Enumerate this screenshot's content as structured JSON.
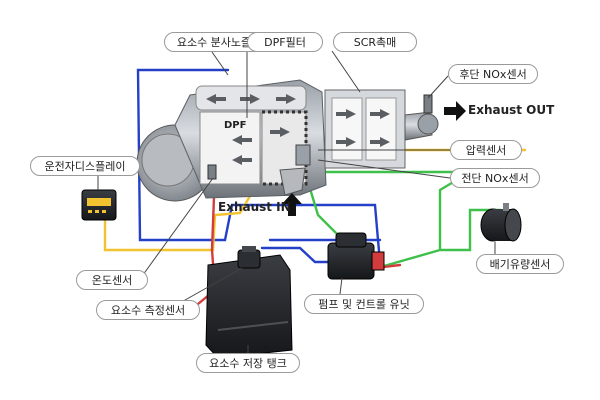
{
  "labels": {
    "urea_nozzle": "요소수 분사노즐",
    "dpf_filter": "DPF필터",
    "scr_catalyst": "SCR촉매",
    "rear_nox_sensor": "후단 NOx센서",
    "driver_display": "운전자디스플레이",
    "pressure_sensor": "압력센서",
    "front_nox_sensor": "전단 NOx센서",
    "temperature_sensor": "온도센서",
    "exhaust_flow_sensor": "배기유량센서",
    "urea_level_sensor": "요소수 측정센서",
    "pump_control_unit": "펌프 및 컨트롤 유닛",
    "urea_storage_tank": "요소수 저장 탱크"
  },
  "inline": {
    "dpf_text": "DPF",
    "exhaust_out": "Exhaust OUT",
    "exhaust_in": "Exhaust IN"
  },
  "colors": {
    "wire_blue": "#2440c8",
    "wire_yellow": "#f2c230",
    "wire_green": "#3ec04a",
    "wire_red": "#d23c3c",
    "label_border": "#9a9a9a"
  }
}
